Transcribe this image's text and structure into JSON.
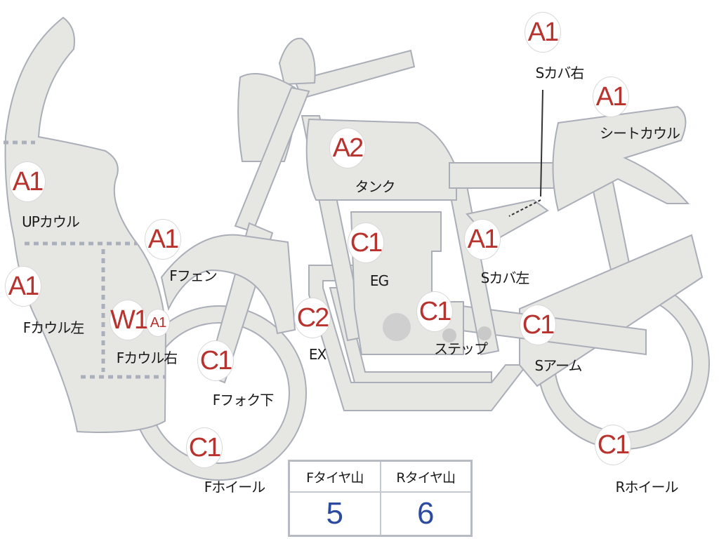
{
  "parts": [
    {
      "id": "s-cover-right",
      "grade": "A1",
      "label": "Sカバ右"
    },
    {
      "id": "seat-cowl",
      "grade": "A1",
      "label": "シートカウル"
    },
    {
      "id": "tank",
      "grade": "A2",
      "label": "タンク"
    },
    {
      "id": "up-cowl",
      "grade": "A1",
      "label": "UPカウル"
    },
    {
      "id": "engine",
      "grade": "C1",
      "label": "EG"
    },
    {
      "id": "s-cover-left",
      "grade": "A1",
      "label": "Sカバ左"
    },
    {
      "id": "front-fender",
      "grade": "A1",
      "label": "Fフェン"
    },
    {
      "id": "front-cowl-left",
      "grade": "A1",
      "label": "Fカウル左"
    },
    {
      "id": "front-cowl-right",
      "grade": "W1",
      "grade2": "A1",
      "label": "Fカウル右"
    },
    {
      "id": "exhaust",
      "grade": "C2",
      "label": "EX"
    },
    {
      "id": "step",
      "grade": "C1",
      "label": "ステップ"
    },
    {
      "id": "swing-arm",
      "grade": "C1",
      "label": "Sアーム"
    },
    {
      "id": "front-fork-lower",
      "grade": "C1",
      "label": "Fフォク下"
    },
    {
      "id": "front-wheel",
      "grade": "C1",
      "label": "Fホイール"
    },
    {
      "id": "rear-wheel",
      "grade": "C1",
      "label": "Rホイール"
    }
  ],
  "tire_tread": {
    "headers": [
      "Fタイヤ山",
      "Rタイヤ山"
    ],
    "values": [
      "5",
      "6"
    ]
  },
  "colors": {
    "grade": "#b8322e",
    "value": "#2b4aa0",
    "part_fill": "#e6e6e2",
    "part_stroke": "#a9aeb8"
  }
}
